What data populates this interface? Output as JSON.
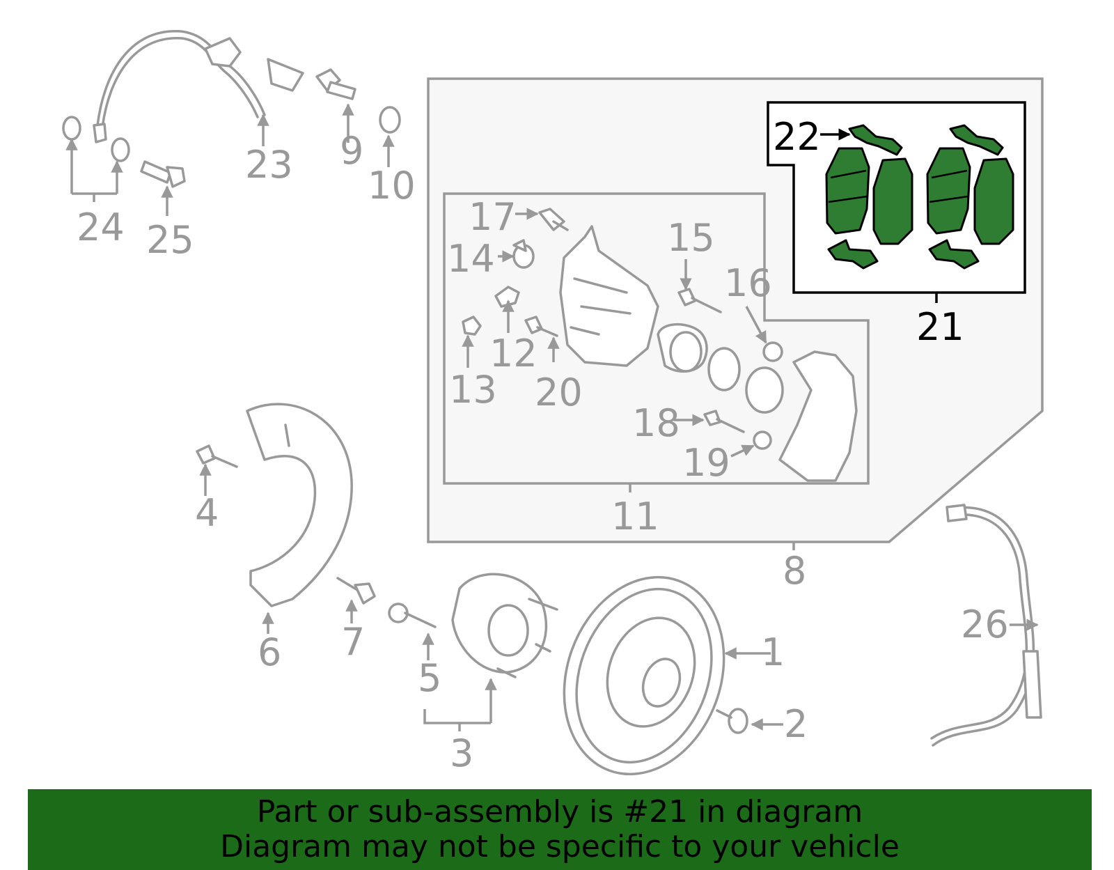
{
  "callouts": {
    "c1": "1",
    "c2": "2",
    "c3": "3",
    "c4": "4",
    "c5": "5",
    "c6": "6",
    "c7": "7",
    "c8": "8",
    "c9": "9",
    "c10": "10",
    "c11": "11",
    "c12": "12",
    "c13": "13",
    "c14": "14",
    "c15": "15",
    "c16": "16",
    "c17": "17",
    "c18": "18",
    "c19": "19",
    "c20": "20",
    "c21": "21",
    "c22": "22",
    "c23": "23",
    "c24": "24",
    "c25": "25",
    "c26": "26"
  },
  "highlighted_part": "21",
  "colors": {
    "highlight_fill": "#2e7d32",
    "banner_background": "#1b6b18",
    "part_stroke": "#999999"
  },
  "banner": {
    "line1": "Part or sub-assembly is #21 in diagram",
    "line2": "Diagram may not be specific to your vehicle"
  }
}
